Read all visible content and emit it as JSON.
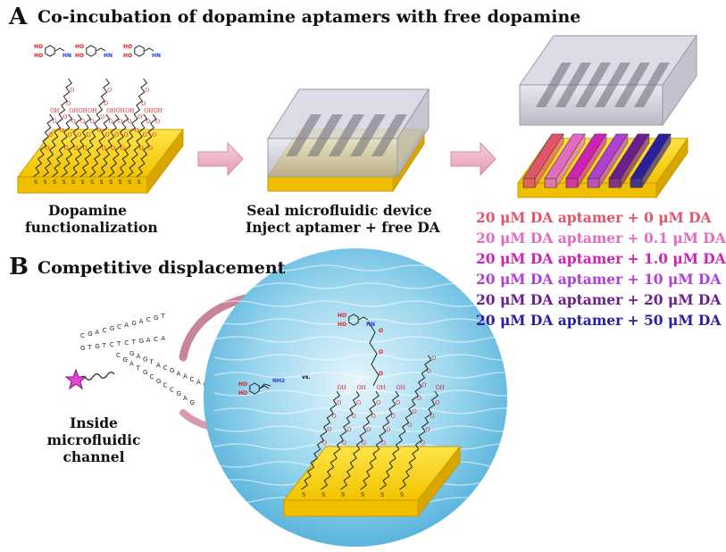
{
  "panel_a": {
    "letter": "A",
    "title": "Co-incubation of dopamine aptamers with free dopamine",
    "step1_line1": "Dopamine",
    "step1_line2": "functionalization",
    "step2_line1": "Seal microfluidic device",
    "step2_line2": "Inject aptamer + free DA",
    "conditions": [
      {
        "label": "20 μM DA aptamer + 0 μM DA",
        "color": "#e0556a"
      },
      {
        "label": "20 μM DA aptamer + 0.1 μM DA",
        "color": "#e26cc4"
      },
      {
        "label": "20 μM DA aptamer + 1.0 μM DA",
        "color": "#cc22b8"
      },
      {
        "label": "20 μM DA aptamer + 10 μM DA",
        "color": "#b13fd4"
      },
      {
        "label": "20 μM DA aptamer + 20 μM DA",
        "color": "#6b1e8e"
      },
      {
        "label": "20 μM DA aptamer + 50 μM DA",
        "color": "#2a1f9c"
      }
    ]
  },
  "panel_b": {
    "letter": "B",
    "title": "Competitive displacement",
    "inside_line1": "Inside",
    "inside_line2": "microfluidic",
    "inside_line3": "channel",
    "vs_label": "vs.",
    "nh2_label": "NH2",
    "hn_label": "HN",
    "ho_label": "HO",
    "oh_label": "OH",
    "o_label": "O",
    "s_label": "S"
  },
  "colors": {
    "gold": "#f5d21a",
    "gold_dark": "#d9a800",
    "arrow": "#f0b8c8",
    "water": "#7cc8e6"
  }
}
